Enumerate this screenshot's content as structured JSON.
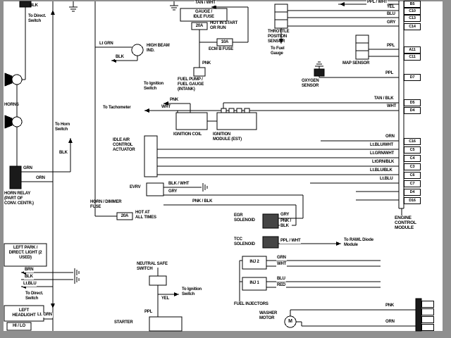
{
  "labels": {
    "blk_top": "BLK",
    "to_direct_switch_top": "To Direct.\nSwitch",
    "horns": "HORNS",
    "grn_relay": "GRN",
    "orn_relay": "ORN",
    "horn_relay": "HORN RELAY\n(PART OF\nCONV. CENTR.)",
    "left_park": "LEFT PARK /\nDIRECT. LIGHT (2\nUSED)",
    "brn": "BRN",
    "blk_park": "BLK",
    "lt_blu_park": "Lt.BLU",
    "to_direct_switch_bottom": "To Direct.\nSwitch",
    "left_headlight": "LEFT\nHEADLIGHT",
    "hi_lo": "HI / LO",
    "lt_grn_headlight": "Lt. GRN",
    "lt_grn_beam": "Lt GRN",
    "high_beam_ind": "HIGH BEAM\nIND.",
    "blk_beam": "BLK",
    "tan_wht": "TAN / WHT",
    "gauge_idle_fuse": "GAUGE /\nIDLE FUSE",
    "fuse_20a_gauge": "20A",
    "hot_in_start_or_run": "HOT IN START\nOR RUN",
    "fuse_10a": "10A",
    "ecm_b_fuse": "ECM B FUSE",
    "pnk_pump": "PNK",
    "fuel_pump": "FUEL PUMP /\nFUEL GAUGE\n(INTANK)",
    "to_ignition_switch_coil": "To Ignition\nSwitch",
    "pnk_coil": "PNK",
    "to_tachometer": "To Tachometer",
    "wht_coil": "WHT",
    "ignition_coil": "IGNITION COIL",
    "ignition_module": "IGNITION\nMODULE (EST)",
    "idle_air": "IDLE AIR\nCONTROL\nACTUATOR",
    "to_horn_switch": "To Horn\nSwitch",
    "blk_horn": "BLK",
    "evrv": "EVRV",
    "blk_wht_evrv": "BLK / WHT",
    "gry_evrv": "GRY",
    "pnk_blk_evrv": "PNK / BLK",
    "horn_dimmer_fuse": "HORN / DIMMER\nFUSE",
    "fuse_20a_horn": "20A",
    "hot_at_all_times": "HOT AT\nALL TIMES",
    "neutral_safe_switch": "NEUTRAL SAFE\nSWITCH",
    "yel_nss": "YEL",
    "to_ignition_switch_nss": "To Ignition\nSwitch",
    "ppl_starter": "PPL",
    "starter": "STARTER",
    "tps": "THROTTLE\nPOSITION\nSENSOR",
    "to_fuel_gauge": "To Fuel\nGauge",
    "oxygen_sensor": "OXYGEN\nSENSOR",
    "map_sensor": "MAP SENSOR",
    "egr_solenoid": "EGR\nSOLENOID",
    "gry_egr": "GRY",
    "pnk_blk_egr": "PNK /\nBLK",
    "tcc_solenoid": "TCC\nSOLENOID",
    "ppl_wht_tcc": "PPL / WHT",
    "to_rawl": "To RAWL Diode\nModule",
    "inj2": "INJ 2",
    "grn_inj": "GRN",
    "wht_inj": "WHT",
    "inj1": "INJ 1",
    "blu_inj": "BLU",
    "red_inj": "RED",
    "fuel_injectors": "FUEL INJECTORS",
    "washer_motor": "WASHER\nMOTOR",
    "motor_m": "M",
    "pnk_bottom": "PNK",
    "orn_bottom": "ORN"
  },
  "ecm": {
    "title": "ENGINE\nCONTROL\nMODULE",
    "pins": [
      {
        "wire": "PPL / WHT",
        "pin": "B5"
      },
      {
        "wire": "YEL",
        "pin": "C10"
      },
      {
        "wire": "BLU",
        "pin": "C13"
      },
      {
        "wire": "GRY",
        "pin": "C14"
      },
      {
        "wire": "PPL",
        "pin": "A11"
      },
      {
        "wire": "",
        "pin": "C11"
      },
      {
        "wire": "PPL",
        "pin": "D7"
      },
      {
        "wire": "TAN / BLK",
        "pin": "D5"
      },
      {
        "wire": "WHT",
        "pin": "D4"
      },
      {
        "wire": "ORN",
        "pin": "C16"
      },
      {
        "wire": "Lt.BLU/WHT",
        "pin": "C5"
      },
      {
        "wire": "Lt.GRN/WHT",
        "pin": "C4"
      },
      {
        "wire": "LtGRN/BLK",
        "pin": "C3"
      },
      {
        "wire": "Lt.BLU/BLK",
        "pin": "C6"
      },
      {
        "wire": "Lt.BLU",
        "pin": "C7"
      },
      {
        "wire": "",
        "pin": "D4"
      },
      {
        "wire": "",
        "pin": "D16"
      }
    ]
  },
  "colors": {
    "wire": "#000000",
    "canvas": "#ffffff",
    "frame": "#8f8f8f"
  }
}
